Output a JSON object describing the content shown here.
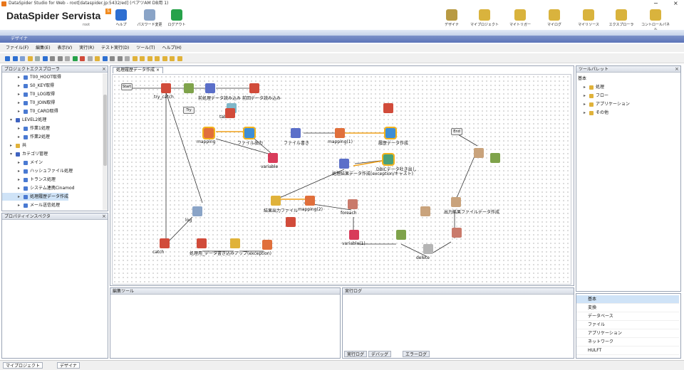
{
  "window": {
    "title": "DataSpider Studio for Web - root[dataspider.jp:5432/ed] (ペアツAM DB用 1)",
    "min": "−",
    "close": "×"
  },
  "brand": {
    "name": "DataSpider Servista",
    "version": "root",
    "badge": "S"
  },
  "toolbar_left": [
    {
      "label": "ヘルプ",
      "color": "#2e6fd1"
    },
    {
      "label": "パスワード変更",
      "color": "#8aa4c7"
    },
    {
      "label": "ログアウト",
      "color": "#27a24a"
    }
  ],
  "toolbar_right": [
    {
      "label": "デザイナ",
      "color": "#b89a43"
    },
    {
      "label": "マイプロジェクト",
      "color": "#d9b33d"
    },
    {
      "label": "マイトリガー",
      "color": "#d9b33d"
    },
    {
      "label": "マイログ",
      "color": "#d9b33d"
    },
    {
      "label": "マイリソース",
      "color": "#d9b33d"
    },
    {
      "label": "エクスプローラ",
      "color": "#d9b33d"
    },
    {
      "label": "コントロールパネル",
      "color": "#d9b33d"
    }
  ],
  "perspective": {
    "label": "デザイナ"
  },
  "menu": [
    "ファイル(F)",
    "編集(E)",
    "表示(V)",
    "実行(R)",
    "テスト実行(D)",
    "ツール(T)",
    "ヘルプ(H)"
  ],
  "project_explorer": {
    "title": "プロジェクトエクスプローラ",
    "close": "×",
    "items": [
      {
        "label": "T00_HOOT取得",
        "depth": 2,
        "color": "#4a7ad2"
      },
      {
        "label": "S0_KEY取得",
        "depth": 2,
        "color": "#4a7ad2"
      },
      {
        "label": "T0_LOG取得",
        "depth": 2,
        "color": "#4a7ad2"
      },
      {
        "label": "T0_JOIN取得",
        "depth": 2,
        "color": "#4a7ad2"
      },
      {
        "label": "T0_CARD取得",
        "depth": 2,
        "color": "#4a7ad2"
      },
      {
        "label": "LEVEL2処理",
        "depth": 1,
        "color": "#3f63c0",
        "open": true
      },
      {
        "label": "作業1処理",
        "depth": 2,
        "color": "#4a7ad2"
      },
      {
        "label": "作業2処理",
        "depth": 2,
        "color": "#4a7ad2"
      },
      {
        "label": "共",
        "depth": 1,
        "color": "#e0b23a"
      },
      {
        "label": "カテゴリ管理",
        "depth": 1,
        "color": "#3f63c0",
        "open": true
      },
      {
        "label": "メイン",
        "depth": 2,
        "color": "#4a7ad2"
      },
      {
        "label": "ハッシュファイル処理",
        "depth": 2,
        "color": "#4a7ad2"
      },
      {
        "label": "トランス処理",
        "depth": 2,
        "color": "#4a7ad2"
      },
      {
        "label": "システム連携Cinamod",
        "depth": 2,
        "color": "#4a7ad2"
      },
      {
        "label": "処理履歴データ作成",
        "depth": 2,
        "color": "#4a7ad2",
        "selected": true
      },
      {
        "label": "メール送信処理",
        "depth": 2,
        "color": "#4a7ad2"
      }
    ]
  },
  "properties": {
    "title": "プロパティインスペクタ",
    "close": "×"
  },
  "editor": {
    "tab": "処理履歴データ作成",
    "close": "×"
  },
  "canvas_nodes": [
    {
      "label": "",
      "color": "#eeeeee",
      "tag": "Start"
    },
    {
      "label": "try_catch",
      "color": "#d14b3a"
    },
    {
      "label": "",
      "color": "#7fa34b"
    },
    {
      "label": "前処理データ読み込み",
      "color": "#5b6fc9"
    },
    {
      "label": "前回データ読み込み",
      "color": "#d14b3a"
    },
    {
      "label": "",
      "color": "#6f8ec5",
      "tag": "Try"
    },
    {
      "label": "table",
      "color": "#7fb7c9"
    },
    {
      "label": "",
      "color": "#d14b3a"
    },
    {
      "label": "mapping",
      "color": "#e06f3b"
    },
    {
      "label": "ファイル出力",
      "color": "#3e8ed6"
    },
    {
      "label": "ファイル書き",
      "color": "#5b6fc9"
    },
    {
      "label": "mapping(1)",
      "color": "#e06f3b"
    },
    {
      "label": "履歴データ作成",
      "color": "#3e8ed6"
    },
    {
      "label": "",
      "color": "#d14b3a"
    },
    {
      "label": "variable",
      "color": "#d83c5a"
    },
    {
      "label": "処理結果データ作成(exception/キャスト)",
      "color": "#5b6fc9"
    },
    {
      "label": "DBICデータ吐き出し",
      "color": "#4aa17a"
    },
    {
      "label": "",
      "color": "#444",
      "tag": "End"
    },
    {
      "label": "",
      "color": "#c9a37c"
    },
    {
      "label": "結果出力ファイル",
      "color": "#e0b23a"
    },
    {
      "label": "mapping(2)",
      "color": "#e06f3b"
    },
    {
      "label": "foreach",
      "color": "#c97a6b"
    },
    {
      "label": "",
      "color": "#c9a37c"
    },
    {
      "label": "log",
      "color": "#8aa4c7"
    },
    {
      "label": "",
      "color": "#d14b3a"
    },
    {
      "label": "catch",
      "color": "#d14b3a"
    },
    {
      "label": "処理用_データ書き込みアップ(exception)",
      "color": "#d14b3a"
    },
    {
      "label": "",
      "color": "#e0b23a"
    },
    {
      "label": "",
      "color": "#e06f3b"
    },
    {
      "label": "variable(1)",
      "color": "#d83c5a"
    },
    {
      "label": "",
      "color": "#7fa34b"
    },
    {
      "label": "出力結果ファイルデータ作成",
      "color": "#c9a37c"
    },
    {
      "label": "",
      "color": "#c97a6b"
    },
    {
      "label": "delete",
      "color": "#b5b5b5"
    },
    {
      "label": "",
      "color": "#7fa34b"
    }
  ],
  "panels": {
    "left_bottom": "編集ツール",
    "right_bottom": "実行ログ"
  },
  "bottom_tabs": [
    {
      "label": "実行ログ"
    },
    {
      "label": "デバッグ"
    },
    {
      "label": "エラーログ"
    }
  ],
  "tool_palette": {
    "title": "ツールパレット",
    "close": "×",
    "section": "基本",
    "tree": [
      "処理",
      "フロー",
      "アプリケーション",
      "その他"
    ],
    "categories": [
      "基本",
      "変換",
      "データベース",
      "ファイル",
      "アプリケーション",
      "ネットワーク",
      "HULFT"
    ]
  },
  "statusbar": [
    {
      "label": "マイプロジェクト"
    },
    {
      "label": "デザイナ"
    }
  ]
}
